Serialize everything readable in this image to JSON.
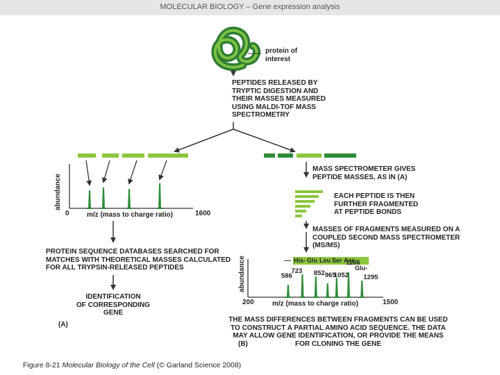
{
  "header": {
    "title": "MOLECULAR BIOLOGY  –  Gene expression analysis"
  },
  "labels": {
    "protein": "protein of\ninterest",
    "peptides": "PEPTIDES RELEASED BY\nTRYPTIC DIGESTION AND\nTHEIR MASSES MEASURED\nUSING MALDI-TOF MASS\nSPECTROMETRY",
    "ms_gives": "MASS SPECTROMETER GIVES\nPEPTIDE MASSES, AS IN (A)",
    "fragmented": "EACH PEPTIDE IS THEN\nFURTHER FRAGMENTED\nAT PEPTIDE BONDS",
    "msms": "MASSES OF FRAGMENTS MEASURED ON A\nCOUPLED SECOND MASS SPECTROMETER\n(MS/MS)",
    "databases": "PROTEIN SEQUENCE DATABASES SEARCHED FOR\nMATCHES WITH THEORETICAL MASSES CALCULATED\nFOR ALL TRYPSIN-RELEASED PEPTIDES",
    "identification": "IDENTIFICATION\nOF CORRESPONDING GENE",
    "mass_diff": "THE MASS DIFFERENCES BETWEEN FRAGMENTS CAN BE USED\nTO CONSTRUCT A PARTIAL AMINO ACID SEQUENCE. THE DATA\nMAY ALLOW GENE IDENTIFICATION, OR PROVIDE THE MEANS\nFOR CLONING THE GENE",
    "panel_a": "(A)",
    "panel_b": "(B)"
  },
  "spectrum_a": {
    "ylabel": "abundance",
    "xlabel": "m/z (mass to charge ratio)",
    "xmin_label": "0",
    "xmax_label": "1600"
  },
  "spectrum_b": {
    "ylabel": "abundance",
    "xlabel": "m/z (mass to charge ratio)",
    "xmin_label": "200",
    "xmax_label": "1500",
    "sequence": [
      "His-",
      "Glu",
      "Leu",
      "Ser",
      "Asn",
      "-Glu-"
    ],
    "peaks": [
      {
        "mz": 586,
        "label": "586"
      },
      {
        "mz": 723,
        "label": "723"
      },
      {
        "mz": 852,
        "label": "852"
      },
      {
        "mz": 965,
        "label": "965"
      },
      {
        "mz": 1052,
        "label": "1052"
      },
      {
        "mz": 1166,
        "label": "1166"
      },
      {
        "mz": 1295,
        "label": "1295"
      }
    ]
  },
  "caption": {
    "prefix": "Figure 8-21  ",
    "italic": "Molecular Biology of the Cell",
    "suffix": " (© Garland Science 2008)"
  },
  "colors": {
    "light_green": "#8dc63f",
    "dark_green": "#2e8b3a",
    "arrow": "#333333",
    "header_bg": "#e6e6e6"
  }
}
